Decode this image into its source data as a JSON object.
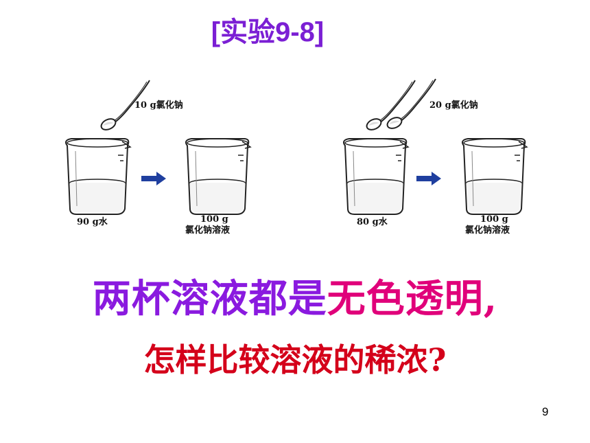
{
  "slide": {
    "title": "[实验9-8]",
    "page_number": "9",
    "colors": {
      "title": "#7b1fd4",
      "question_lead": "#8a1adf",
      "question_highlight": "#e0007a",
      "question_line2": "#d4001a",
      "arrow": "#1f3f9f"
    }
  },
  "figure": {
    "left": {
      "spoon_label": "10 g氯化钠",
      "beaker_before_label": "90 g水",
      "beaker_after_label_1": "100 g",
      "beaker_after_label_2": "氯化钠溶液"
    },
    "right": {
      "spoon_label": "20 g氯化钠",
      "beaker_before_label": "80 g水",
      "beaker_after_label_1": "100 g",
      "beaker_after_label_2": "氯化钠溶液"
    }
  },
  "question": {
    "line1_lead": "两杯溶液都是",
    "line1_highlight": "无色透明,",
    "line2": "怎样比较溶液的稀浓?"
  }
}
